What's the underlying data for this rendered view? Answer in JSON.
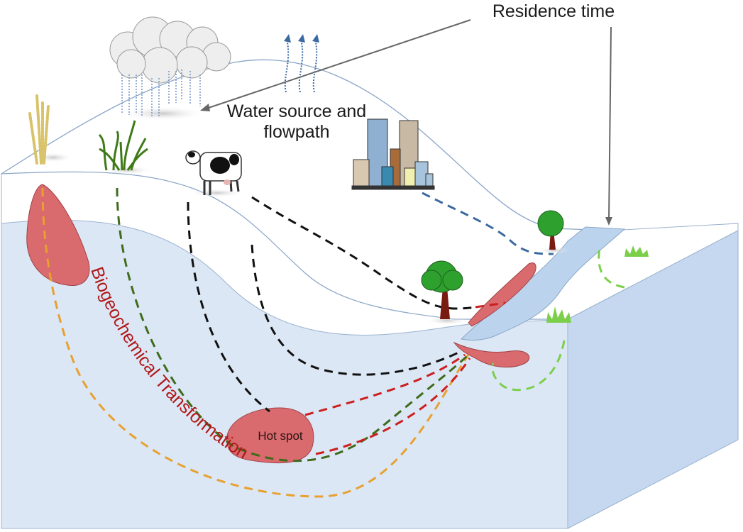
{
  "labels": {
    "residence_time": "Residence time",
    "water_source": "Water source and flowpath",
    "hot_spot": "Hot spot",
    "biogeochemical": "Biogeochemical Transformation"
  },
  "colors": {
    "groundwater": "#dce7f5",
    "side_face": "#c5d8ef",
    "stream": "#bcd3ee",
    "hot_spot_fill": "#d96a6e",
    "path_green_dark": "#3f6b1a",
    "path_black": "#111111",
    "path_blue": "#3b6aa0",
    "path_red": "#cc1f1f",
    "path_light_green": "#7ccf4a",
    "path_yellow_orange": "#e8b030",
    "text_red": "#b01818"
  },
  "icons": [
    "cloud-rain-icon",
    "evaporation-icon",
    "wheat-icon",
    "corn-icon",
    "cow-icon",
    "city-icon",
    "tree-icon",
    "grass-icon"
  ]
}
